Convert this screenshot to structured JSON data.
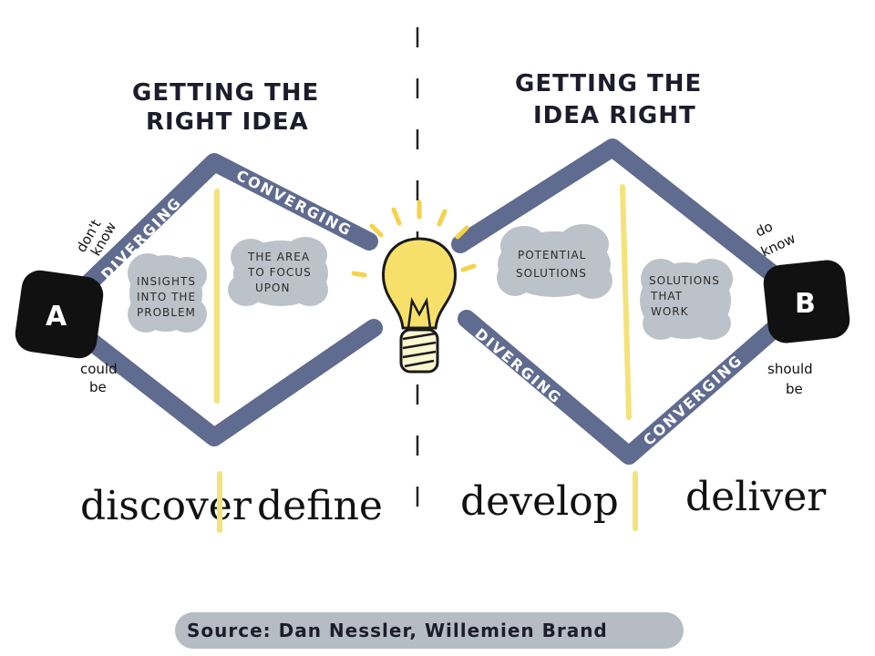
{
  "titles": {
    "left_line1": "GETTING THE",
    "left_line2": "RIGHT IDEA",
    "right_line1": "GETTING THE",
    "right_line2": "IDEA RIGHT"
  },
  "bands": {
    "left_diverging": "DIVERGING",
    "left_converging": "CONVERGING",
    "right_diverging": "DIVERGING",
    "right_converging": "CONVERGING"
  },
  "clouds": {
    "insights": [
      "INSIGHTS",
      "INTO THE",
      "PROBLEM"
    ],
    "focus": [
      "THE AREA",
      "TO FOCUS",
      "UPON"
    ],
    "potential": [
      "POTENTIAL",
      "SOLUTIONS"
    ],
    "work": [
      "SOLUTIONS",
      "THAT",
      "WORK"
    ]
  },
  "nodes": {
    "a": "A",
    "b": "B"
  },
  "notes": {
    "dont_know": [
      "don't",
      "know"
    ],
    "could_be": [
      "could",
      "be"
    ],
    "do_know": [
      "do",
      "know"
    ],
    "should_be": [
      "should",
      "be"
    ]
  },
  "phases": {
    "discover": "discover",
    "define": "define",
    "develop": "develop",
    "deliver": "deliver"
  },
  "source": "Source: Dan Nessler, Willemien Brand",
  "colors": {
    "band": "#5f6b8f",
    "cloud": "#bcc2c9",
    "divider_yellow": "#f4e27a",
    "bulb": "#f7e06a",
    "node": "#111111",
    "source_pill": "#b6bcc4"
  }
}
